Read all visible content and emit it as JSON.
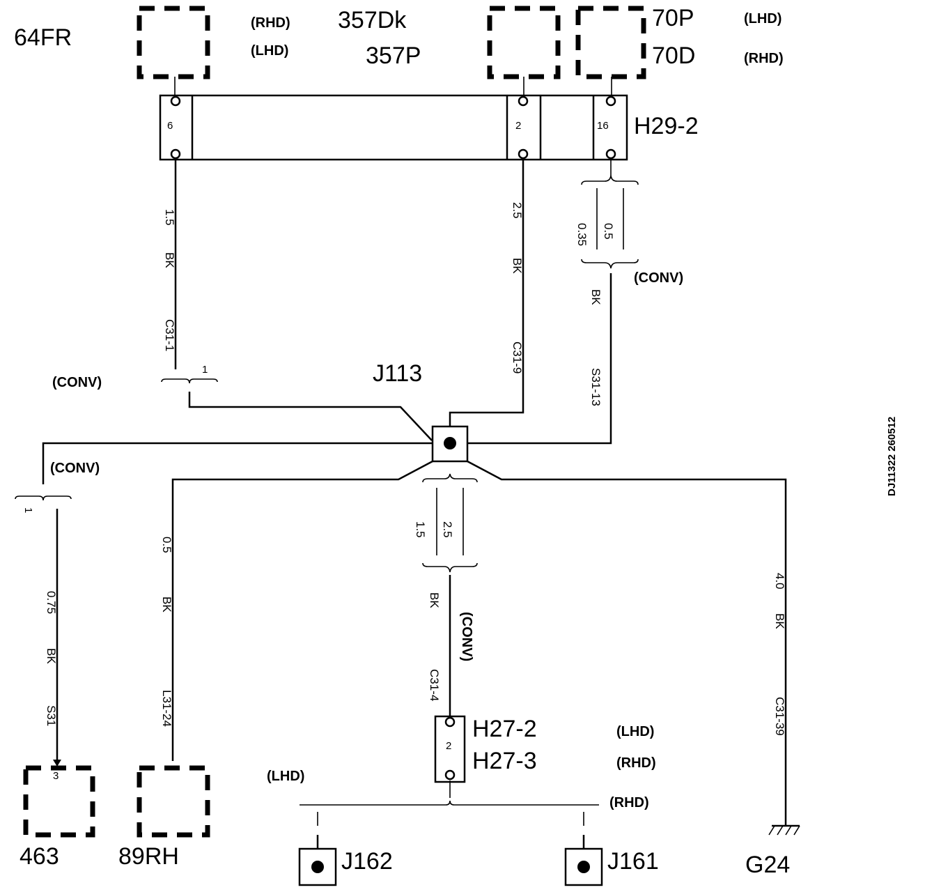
{
  "components": {
    "c64FR": "64FR",
    "c357Dk": "357Dk",
    "c357P": "357P",
    "c70P": "70P",
    "c70D": "70D",
    "h29": "H29-2",
    "j113": "J113",
    "h27_2": "H27-2",
    "h27_3": "H27-3",
    "c463": "463",
    "c89RH": "89RH",
    "j162": "J162",
    "j161": "J161",
    "g24": "G24"
  },
  "variants": {
    "rhd_64": "(RHD)",
    "lhd_64": "(LHD)",
    "lhd_70": "(LHD)",
    "rhd_70": "(RHD)",
    "conv_16": "(CONV)",
    "conv_left": "(CONV)",
    "conv_463": "(CONV)",
    "conv_h27": "(CONV)",
    "lhd_h27": "(LHD)",
    "rhd_h27": "(RHD)",
    "lhd_j162": "(LHD)",
    "rhd_j161": "(RHD)"
  },
  "pins": {
    "h29_p6": "6",
    "h29_p2": "2",
    "h29_p16": "16",
    "h27_p2": "2",
    "c463_p3": "3",
    "conv_left_pin": "1",
    "conv_463_pin": "1"
  },
  "wires": {
    "w1_size": "1.5",
    "w1_color": "BK",
    "w1_id": "C31-1",
    "w2_size": "2.5",
    "w2_color": "BK",
    "w2_id": "C31-9",
    "w3_size_a": "0.35",
    "w3_size_b": "0.5",
    "w3_color": "BK",
    "w3_id": "S31-13",
    "w4_size": "0.75",
    "w4_color": "BK",
    "w4_id": "S31",
    "w5_size": "0.5",
    "w5_color": "BK",
    "w5_id": "L31-24",
    "w6_size_a": "1.5",
    "w6_size_b": "2.5",
    "w6_color": "BK",
    "w6_id": "C31-4",
    "w7_size": "4.0",
    "w7_color": "BK",
    "w7_id": "C31-39"
  },
  "drawing_id": "DJ11322 260512"
}
